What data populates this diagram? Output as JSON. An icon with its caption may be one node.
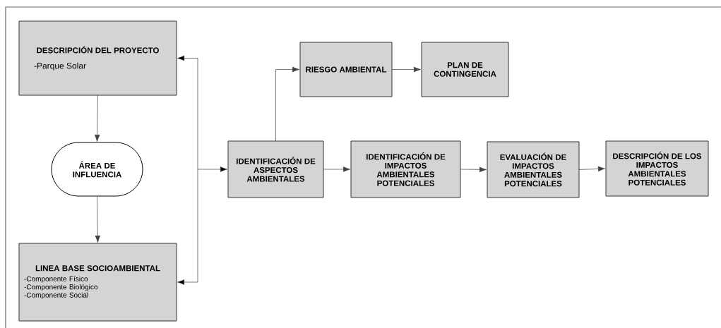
{
  "diagram": {
    "nodes": [
      {
        "text": [
          "DESCRIPCIÓN DEL PROYECTO",
          "-Parque Solar"
        ]
      },
      {
        "text": [
          "ÁREA DE INFLUENCIA"
        ]
      },
      {
        "text": [
          "LINEA BASE SOCIOAMBIENTAL",
          "-Componente Físico",
          "-Componente Biológico",
          "-Componente Social"
        ]
      },
      {
        "text": [
          "IDENTIFICACIÓN DE ASPECTOS AMBIENTALES"
        ]
      },
      {
        "text": [
          "RIESGO AMBIENTAL"
        ]
      },
      {
        "text": [
          "PLAN DE CONTINGENCIA"
        ]
      },
      {
        "text": [
          "IDENTIFICACIÓN DE IMPACTOS AMBIENTALES POTENCIALES"
        ]
      },
      {
        "text": [
          "EVALUACIÓN DE IMPACTOS AMBIENTALES POTENCIALES"
        ]
      },
      {
        "text": [
          "DESCRIPCIÓN DE LOS IMPACTOS AMBIENTALES POTENCIALES"
        ]
      }
    ],
    "edges": [
      {
        "from": 0,
        "to": 1,
        "arrow": "to"
      },
      {
        "from": 1,
        "to": 2,
        "arrow": "to"
      },
      {
        "from": 0,
        "to": 3,
        "arrow": "both"
      },
      {
        "from": 2,
        "to": 3,
        "arrow": "both"
      },
      {
        "from": 3,
        "to": 4,
        "arrow": "to"
      },
      {
        "from": 4,
        "to": 5,
        "arrow": "to"
      },
      {
        "from": 3,
        "to": 6,
        "arrow": "to"
      },
      {
        "from": 6,
        "to": 7,
        "arrow": "to"
      },
      {
        "from": 7,
        "to": 8,
        "arrow": "to"
      }
    ]
  }
}
